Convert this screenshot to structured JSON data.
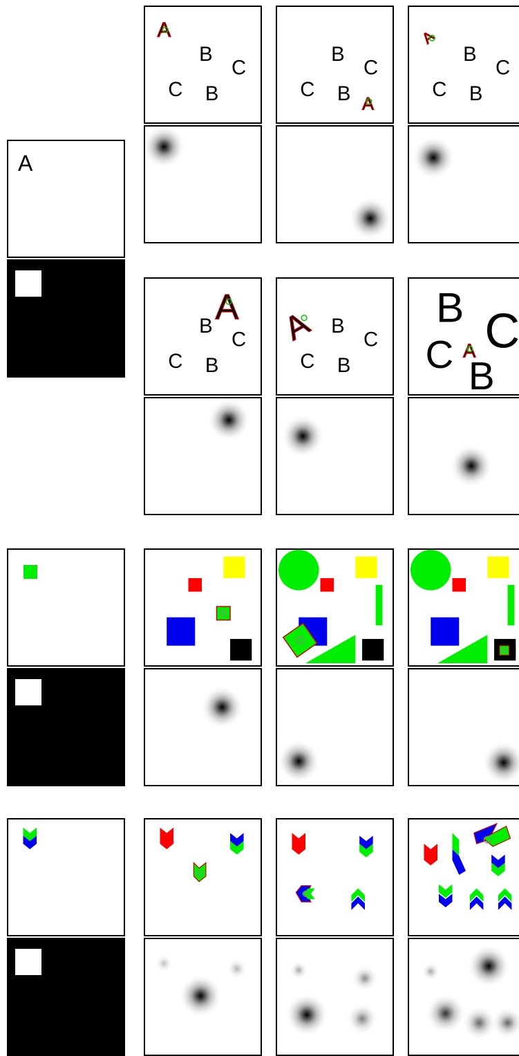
{
  "colors": {
    "red": "#ff0000",
    "green": "#00ee00",
    "blue": "#0000ee",
    "yellow": "#ffff00",
    "black": "#000000",
    "match_marker": "#ff0000"
  },
  "rows": [
    {
      "query": {
        "text": "A",
        "kind": "letter"
      },
      "results": [
        {
          "letters": [
            "A",
            "B",
            "C",
            "C",
            "B"
          ]
        },
        {
          "letters": [
            "B",
            "C",
            "C",
            "B",
            "A"
          ]
        },
        {
          "letters": [
            "A",
            "B",
            "C",
            "C",
            "B"
          ]
        }
      ]
    },
    {
      "query": null,
      "results": [
        {
          "letters": [
            "A",
            "B",
            "C",
            "C",
            "B"
          ]
        },
        {
          "letters": [
            "A",
            "B",
            "C",
            "C",
            "B"
          ]
        },
        {
          "letters": [
            "B",
            "C",
            "C",
            "A",
            "B"
          ]
        }
      ]
    },
    {
      "query": {
        "kind": "shape",
        "shape": "green-square"
      },
      "results": [
        {
          "shapes": [
            "yellow-square",
            "red-square",
            "green-square",
            "blue-square",
            "black-square"
          ]
        },
        {
          "shapes": [
            "green-circle",
            "red-square",
            "yellow-square",
            "green-bar",
            "blue-square",
            "green-triangle",
            "black-square",
            "green-square"
          ]
        },
        {
          "shapes": [
            "green-circle",
            "red-square",
            "yellow-square",
            "green-bar",
            "blue-square",
            "green-triangle",
            "black-square"
          ]
        }
      ]
    },
    {
      "query": {
        "kind": "shape",
        "shape": "green-blue-chevron"
      },
      "results": [
        {
          "shapes": [
            "red-chevron",
            "chevron",
            "green-blue-chevron"
          ]
        },
        {
          "shapes": [
            "red-chevron",
            "green-blue-chevron",
            "chevron",
            "green-blue-chevron-up"
          ]
        },
        {
          "shapes": [
            "red-chevron",
            "green-blue-chevron",
            "green-blue-chevron-up"
          ]
        }
      ]
    }
  ]
}
